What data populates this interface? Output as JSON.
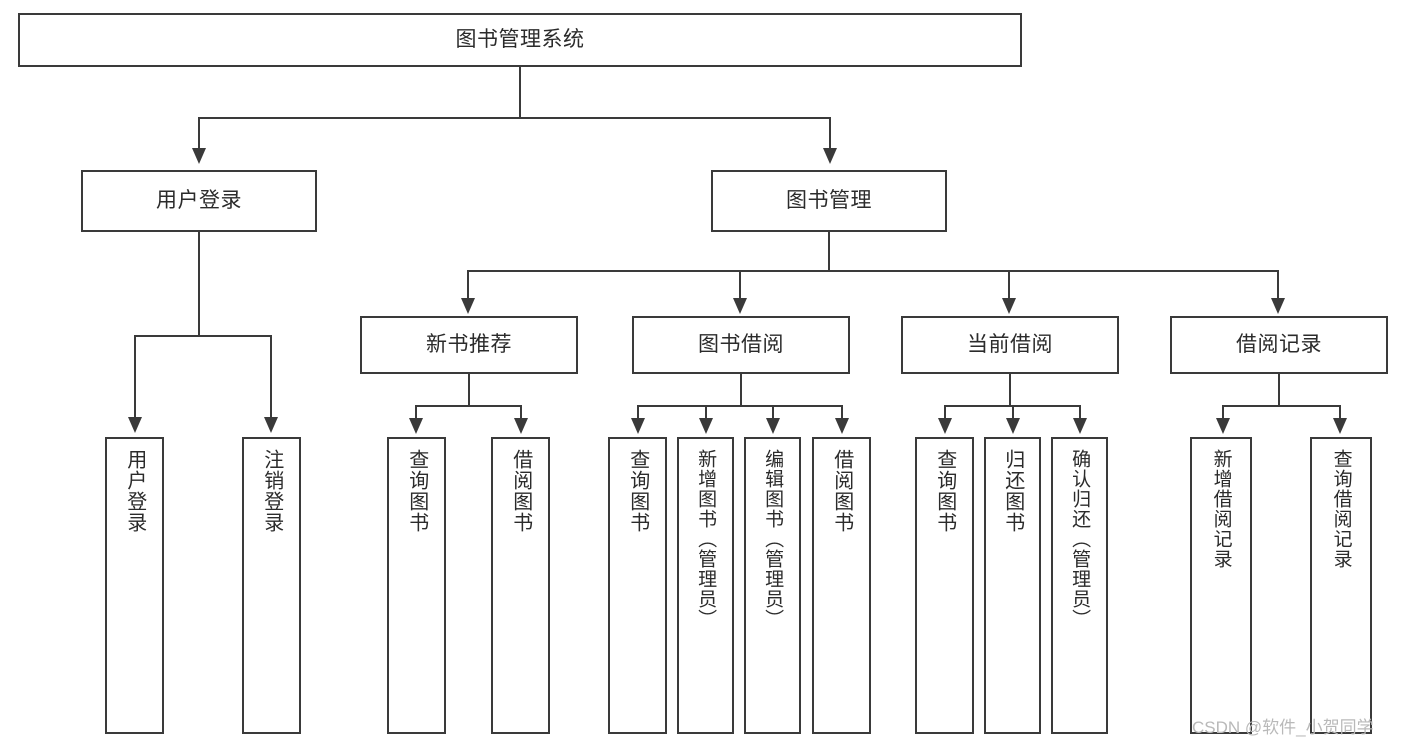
{
  "diagram": {
    "type": "tree-hierarchy-chart",
    "title": "图书管理系统",
    "stroke_color": "#3a3a3a",
    "background_color": "#ffffff",
    "text_color": "#2b2b2b"
  },
  "nodes": {
    "root": {
      "label": "图书管理系统"
    },
    "level2": [
      {
        "id": "user-login",
        "label": "用户登录"
      },
      {
        "id": "book-manage",
        "label": "图书管理"
      }
    ],
    "level3": [
      {
        "id": "new-book-recommend",
        "label": "新书推荐"
      },
      {
        "id": "book-borrow",
        "label": "图书借阅"
      },
      {
        "id": "current-borrow",
        "label": "当前借阅"
      },
      {
        "id": "borrow-record",
        "label": "借阅记录"
      }
    ],
    "leaves": {
      "user_login": [
        {
          "id": "leaf-user-login",
          "label": "用户登录"
        },
        {
          "id": "leaf-logout",
          "label": "注销登录"
        }
      ],
      "new_book_recommend": [
        {
          "id": "leaf-query-book-1",
          "label": "查询图书"
        },
        {
          "id": "leaf-borrow-book-1",
          "label": "借阅图书"
        }
      ],
      "book_borrow": [
        {
          "id": "leaf-query-book-2",
          "label": "查询图书"
        },
        {
          "id": "leaf-add-book",
          "label": "新增图书（管理员）"
        },
        {
          "id": "leaf-edit-book",
          "label": "编辑图书（管理员）"
        },
        {
          "id": "leaf-borrow-book-2",
          "label": "借阅图书"
        }
      ],
      "current_borrow": [
        {
          "id": "leaf-query-book-3",
          "label": "查询图书"
        },
        {
          "id": "leaf-return-book",
          "label": "归还图书"
        },
        {
          "id": "leaf-confirm-return",
          "label": "确认归还（管理员）"
        }
      ],
      "borrow_record": [
        {
          "id": "leaf-add-record",
          "label": "新增借阅记录"
        },
        {
          "id": "leaf-query-record",
          "label": "查询借阅记录"
        }
      ]
    }
  },
  "watermark": {
    "text": "CSDN @软件_小贺同学",
    "color": "#b9b9b9"
  }
}
